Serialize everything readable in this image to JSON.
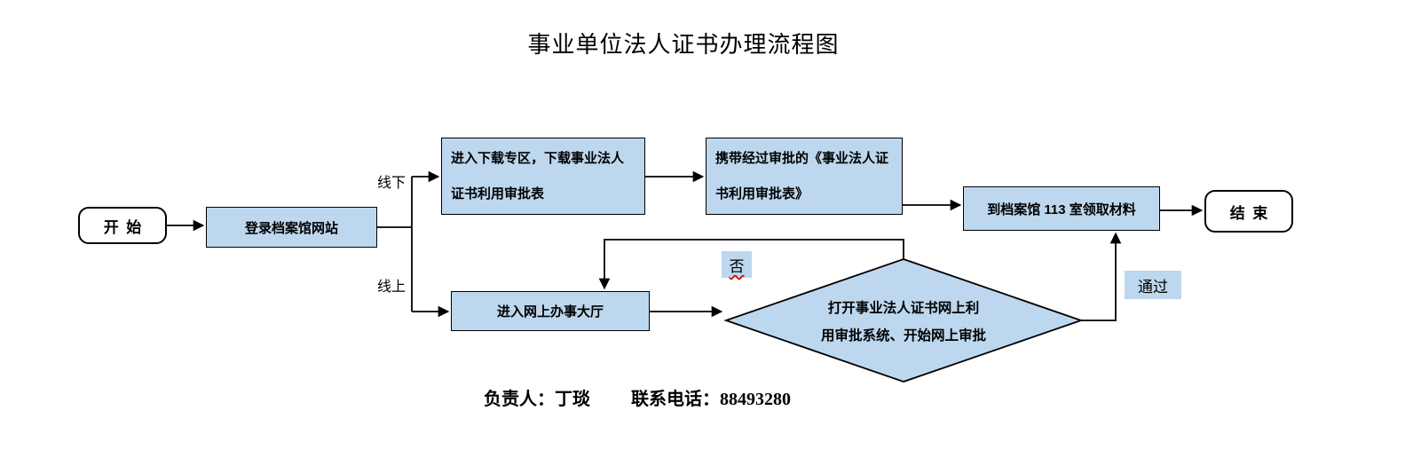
{
  "title": "事业单位法人证书办理流程图",
  "colors": {
    "node_fill": "#bdd7ee",
    "border": "#000000",
    "label_highlight": "#bdd7ee",
    "spellcheck_underline": "#d40000"
  },
  "nodes": {
    "start": "开  始",
    "login": "登录档案馆网站",
    "download": "进入下载专区，下载事业法人\n证书利用审批表",
    "carry": "携带经过审批的《事业法人证\n书利用审批表》",
    "pickup": "到档案馆 113 室领取材料",
    "end": "结  束",
    "online_hall": "进入网上办事大厅",
    "approval": "打开事业法人证书网上利\n用审批系统、开始网上审批"
  },
  "edge_labels": {
    "offline": "线下",
    "online": "线上",
    "no": "否",
    "pass": "通过"
  },
  "footer": {
    "responsible": "负责人：丁琰",
    "phone": "联系电话：88493280"
  }
}
